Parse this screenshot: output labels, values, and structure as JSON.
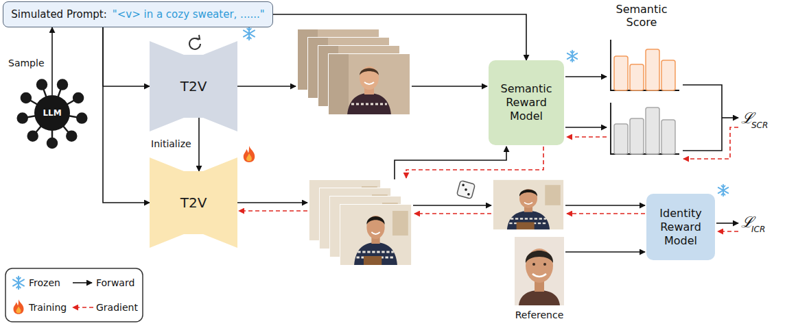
{
  "diagram": {
    "nodes": [
      {
        "text": [
          "Simulated Prompt:",
          "\"<v> in a cozy sweater, ......\""
        ]
      },
      {
        "text": [
          "LLM"
        ]
      },
      {
        "text": [
          "T2V"
        ]
      },
      {
        "text": [
          "T2V"
        ]
      },
      {
        "text": [
          "Semantic Reward Model"
        ]
      },
      {
        "text": [
          "Identity Reward Model"
        ]
      }
    ],
    "edges": [
      {
        "from": 1,
        "to": 0,
        "arrow": "to"
      },
      {
        "from": 0,
        "to": 2,
        "arrow": "to"
      },
      {
        "from": 0,
        "to": 3,
        "arrow": "to"
      },
      {
        "from": 2,
        "to": 3,
        "arrow": "to"
      },
      {
        "from": 0,
        "to": 4,
        "arrow": "to"
      }
    ],
    "labels": [
      "Sample",
      "Initialize",
      "Semantic Score",
      "ℒ",
      "SCR",
      "ℒ",
      "ICR",
      "Reference"
    ],
    "legend": [
      {
        "text": "Frozen"
      },
      {
        "text": "Forward"
      },
      {
        "text": "Training"
      },
      {
        "text": "Gradient"
      }
    ]
  }
}
